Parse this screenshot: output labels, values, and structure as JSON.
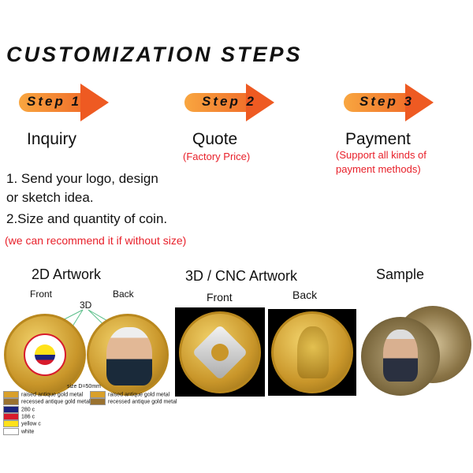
{
  "title": "CUSTOMIZATION STEPS",
  "steps": [
    {
      "label": "Step 1",
      "name": "Inquiry",
      "note": ""
    },
    {
      "label": "Step 2",
      "name": "Quote",
      "note": "(Factory Price)"
    },
    {
      "label": "Step 3",
      "name": "Payment",
      "note_line1": "(Support all kinds of",
      "note_line2": "payment methods)"
    }
  ],
  "instructions": {
    "line1": "1. Send your logo, design",
    "line2": "or sketch idea.",
    "line3": "2.Size and quantity of coin.",
    "note": "(we can recommend it if without size)"
  },
  "sections": {
    "artwork2d": {
      "heading": "2D Artwork",
      "front": "Front",
      "back": "Back",
      "tag3d": "3D",
      "size": "size D=50mm"
    },
    "artwork3d": {
      "heading": "3D / CNC Artwork",
      "front": "Front",
      "back": "Back"
    },
    "sample": {
      "heading": "Sample"
    }
  },
  "legend": [
    {
      "label": "raised antique gold metal",
      "color": "#d9a02a"
    },
    {
      "label": "recessed antique gold metal",
      "color": "#9a7230"
    },
    {
      "label": "280 c",
      "color": "#1a237e"
    },
    {
      "label": "186 c",
      "color": "#d81b2c"
    },
    {
      "label": "yellow c",
      "color": "#ffe21a"
    },
    {
      "label": "white",
      "color": "#ffffff"
    }
  ],
  "legend_back": [
    {
      "label": "raised antique gold metal",
      "color": "#d9a02a"
    },
    {
      "label": "recessed antique gold metal",
      "color": "#9a7230"
    }
  ],
  "colors": {
    "arrow_start": "#f8a640",
    "arrow_end": "#ee5a22",
    "note_red": "#e8202a"
  }
}
